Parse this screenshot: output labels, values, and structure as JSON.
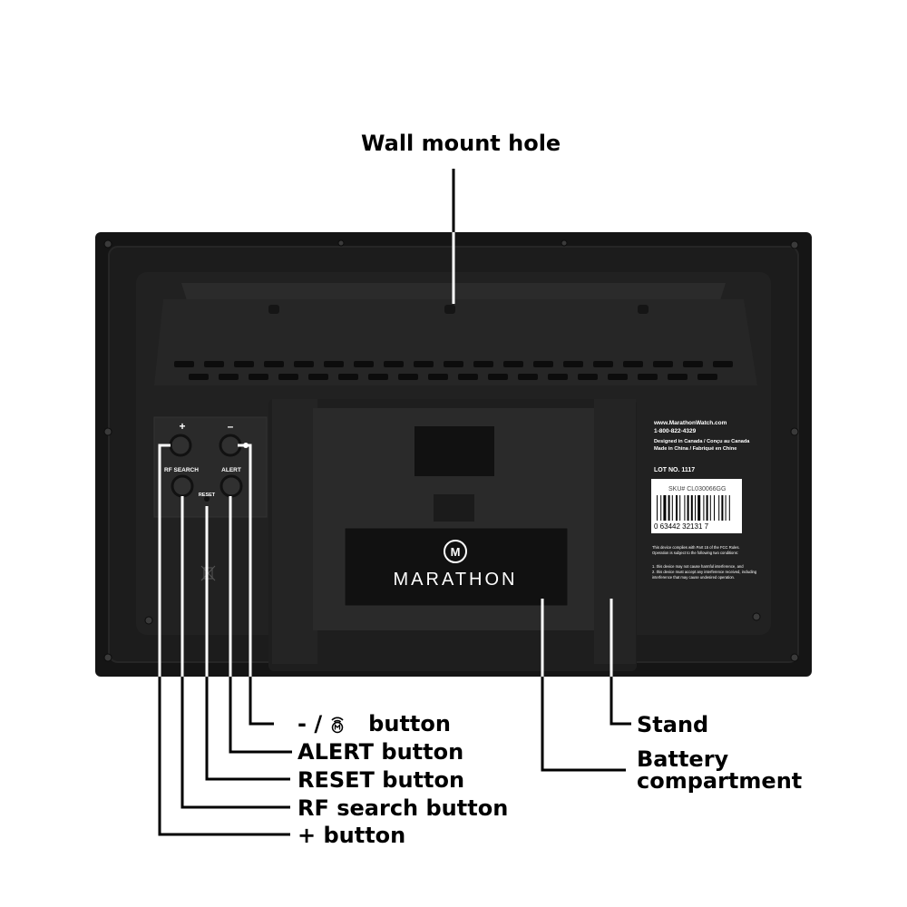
{
  "callouts": {
    "wall_mount": "Wall mount hole",
    "minus_button_prefix": "- /",
    "minus_button_suffix": "button",
    "alert_button": "ALERT button",
    "reset_button": "RESET button",
    "rf_search_button": "RF search button",
    "plus_button": "+ button",
    "stand": "Stand",
    "battery_line1": "Battery",
    "battery_line2": "compartment"
  },
  "device": {
    "brand": "MARATHON",
    "logo_letter": "M",
    "plus_symbol": "+",
    "minus_symbol": "–",
    "rf_search": "RF SEARCH",
    "alert": "ALERT",
    "reset": "RESET",
    "website": "www.MarathonWatch.com",
    "phone": "1-800-822-4329",
    "designed": "Designed in Canada / Conçu au Canada",
    "made": "Made in China / Fabriqué en Chine",
    "lot": "LOT NO. 1117",
    "sku": "SKU# CL030066GG",
    "barcode_digits": "0   63442   32131   7",
    "fcc1": "This device complies with Part 15 of the FCC Rules.",
    "fcc2": "Operation is subject to the following two conditions:",
    "fcc3": "1. this device may not cause harmful interference, and",
    "fcc4": "2. this device must accept any interference received, including",
    "fcc5": "interference that may cause undesired operation."
  },
  "colors": {
    "body": "#1a1a1a",
    "panel": "#232323",
    "line": "#ffffff",
    "text": "#000000"
  }
}
